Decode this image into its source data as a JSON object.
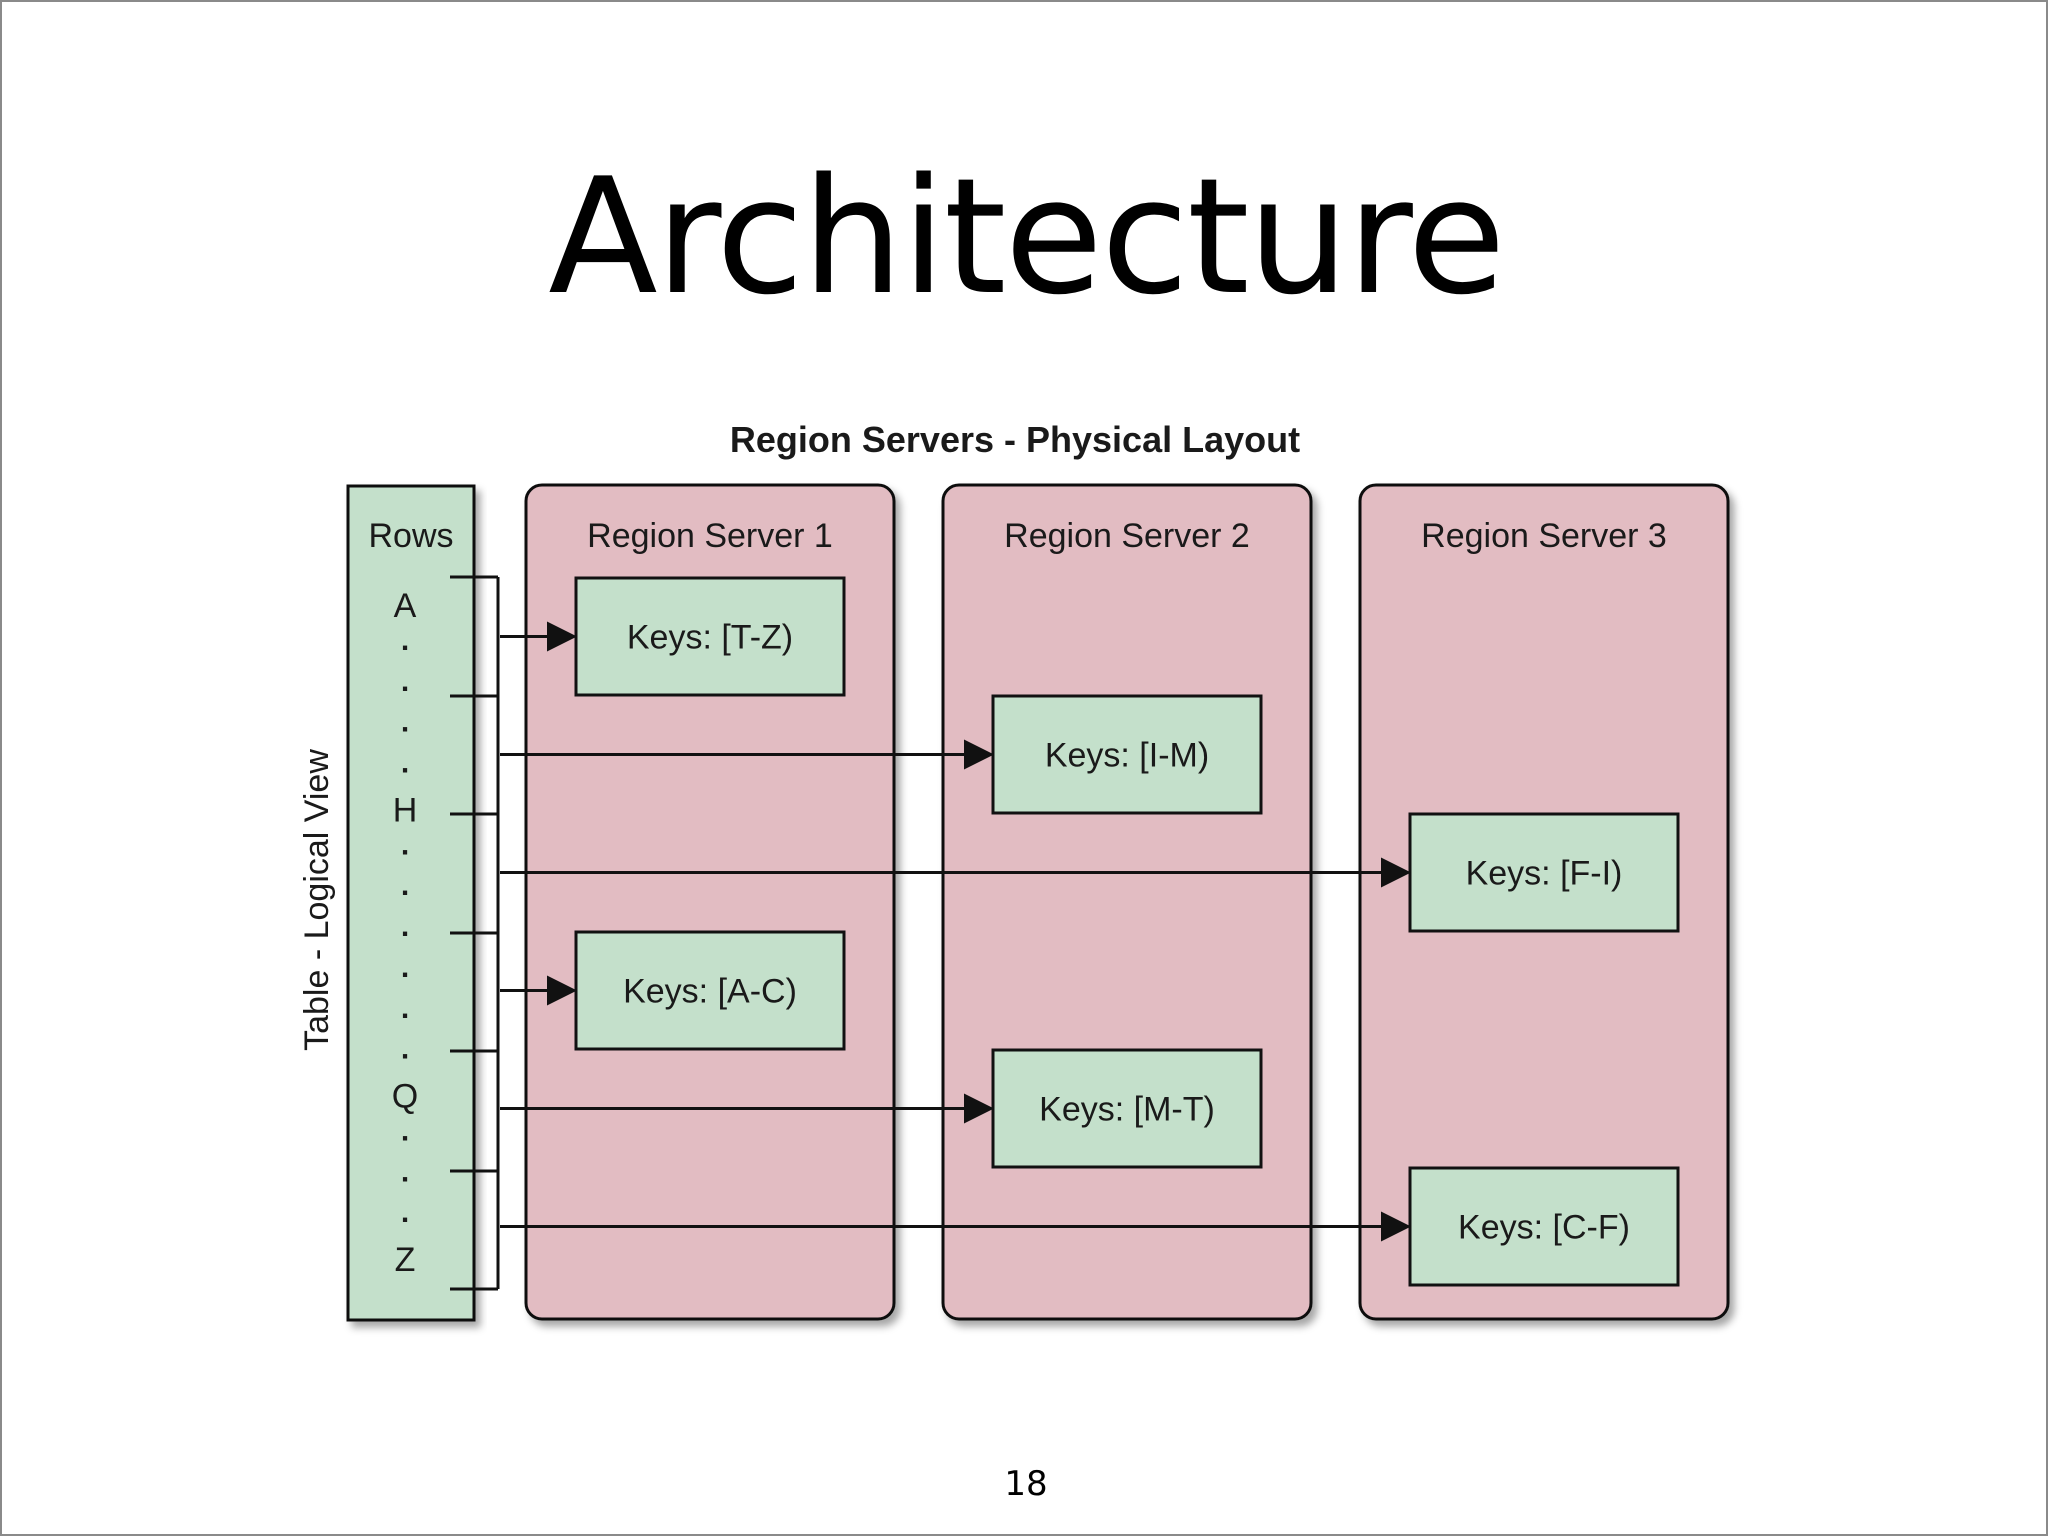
{
  "slide": {
    "title": "Architecture",
    "page_number": "18"
  },
  "diagram": {
    "title": "Region Servers - Physical Layout",
    "side_label": "Table - Logical View",
    "rows_header": "Rows",
    "row_letters": [
      {
        "letter": "A",
        "marker": true
      },
      {
        "letter": ".",
        "marker": false
      },
      {
        "letter": ".",
        "marker": false
      },
      {
        "letter": ".",
        "marker": false
      },
      {
        "letter": ".",
        "marker": false
      },
      {
        "letter": "H",
        "marker": true
      },
      {
        "letter": ".",
        "marker": false
      },
      {
        "letter": ".",
        "marker": false
      },
      {
        "letter": ".",
        "marker": false
      },
      {
        "letter": ".",
        "marker": false
      },
      {
        "letter": ".",
        "marker": false
      },
      {
        "letter": ".",
        "marker": false
      },
      {
        "letter": "Q",
        "marker": true
      },
      {
        "letter": ".",
        "marker": false
      },
      {
        "letter": ".",
        "marker": false
      },
      {
        "letter": ".",
        "marker": false
      },
      {
        "letter": "Z",
        "marker": true
      }
    ],
    "servers": [
      {
        "name": "Region Server 1",
        "regions": [
          {
            "label": "Keys: [T-Z)",
            "slot": 0
          },
          {
            "label": "Keys: [A-C)",
            "slot": 3
          }
        ]
      },
      {
        "name": "Region Server 2",
        "regions": [
          {
            "label": "Keys: [I-M)",
            "slot": 1
          },
          {
            "label": "Keys: [M-T)",
            "slot": 4
          }
        ]
      },
      {
        "name": "Region Server 3",
        "regions": [
          {
            "label": "Keys: [F-I)",
            "slot": 2
          },
          {
            "label": "Keys: [C-F)",
            "slot": 5
          }
        ]
      }
    ],
    "colors": {
      "server_fill": "#e2bcc2",
      "region_fill": "#c4e0cb",
      "rows_fill": "#c4e0cb",
      "stroke": "#111111"
    }
  }
}
